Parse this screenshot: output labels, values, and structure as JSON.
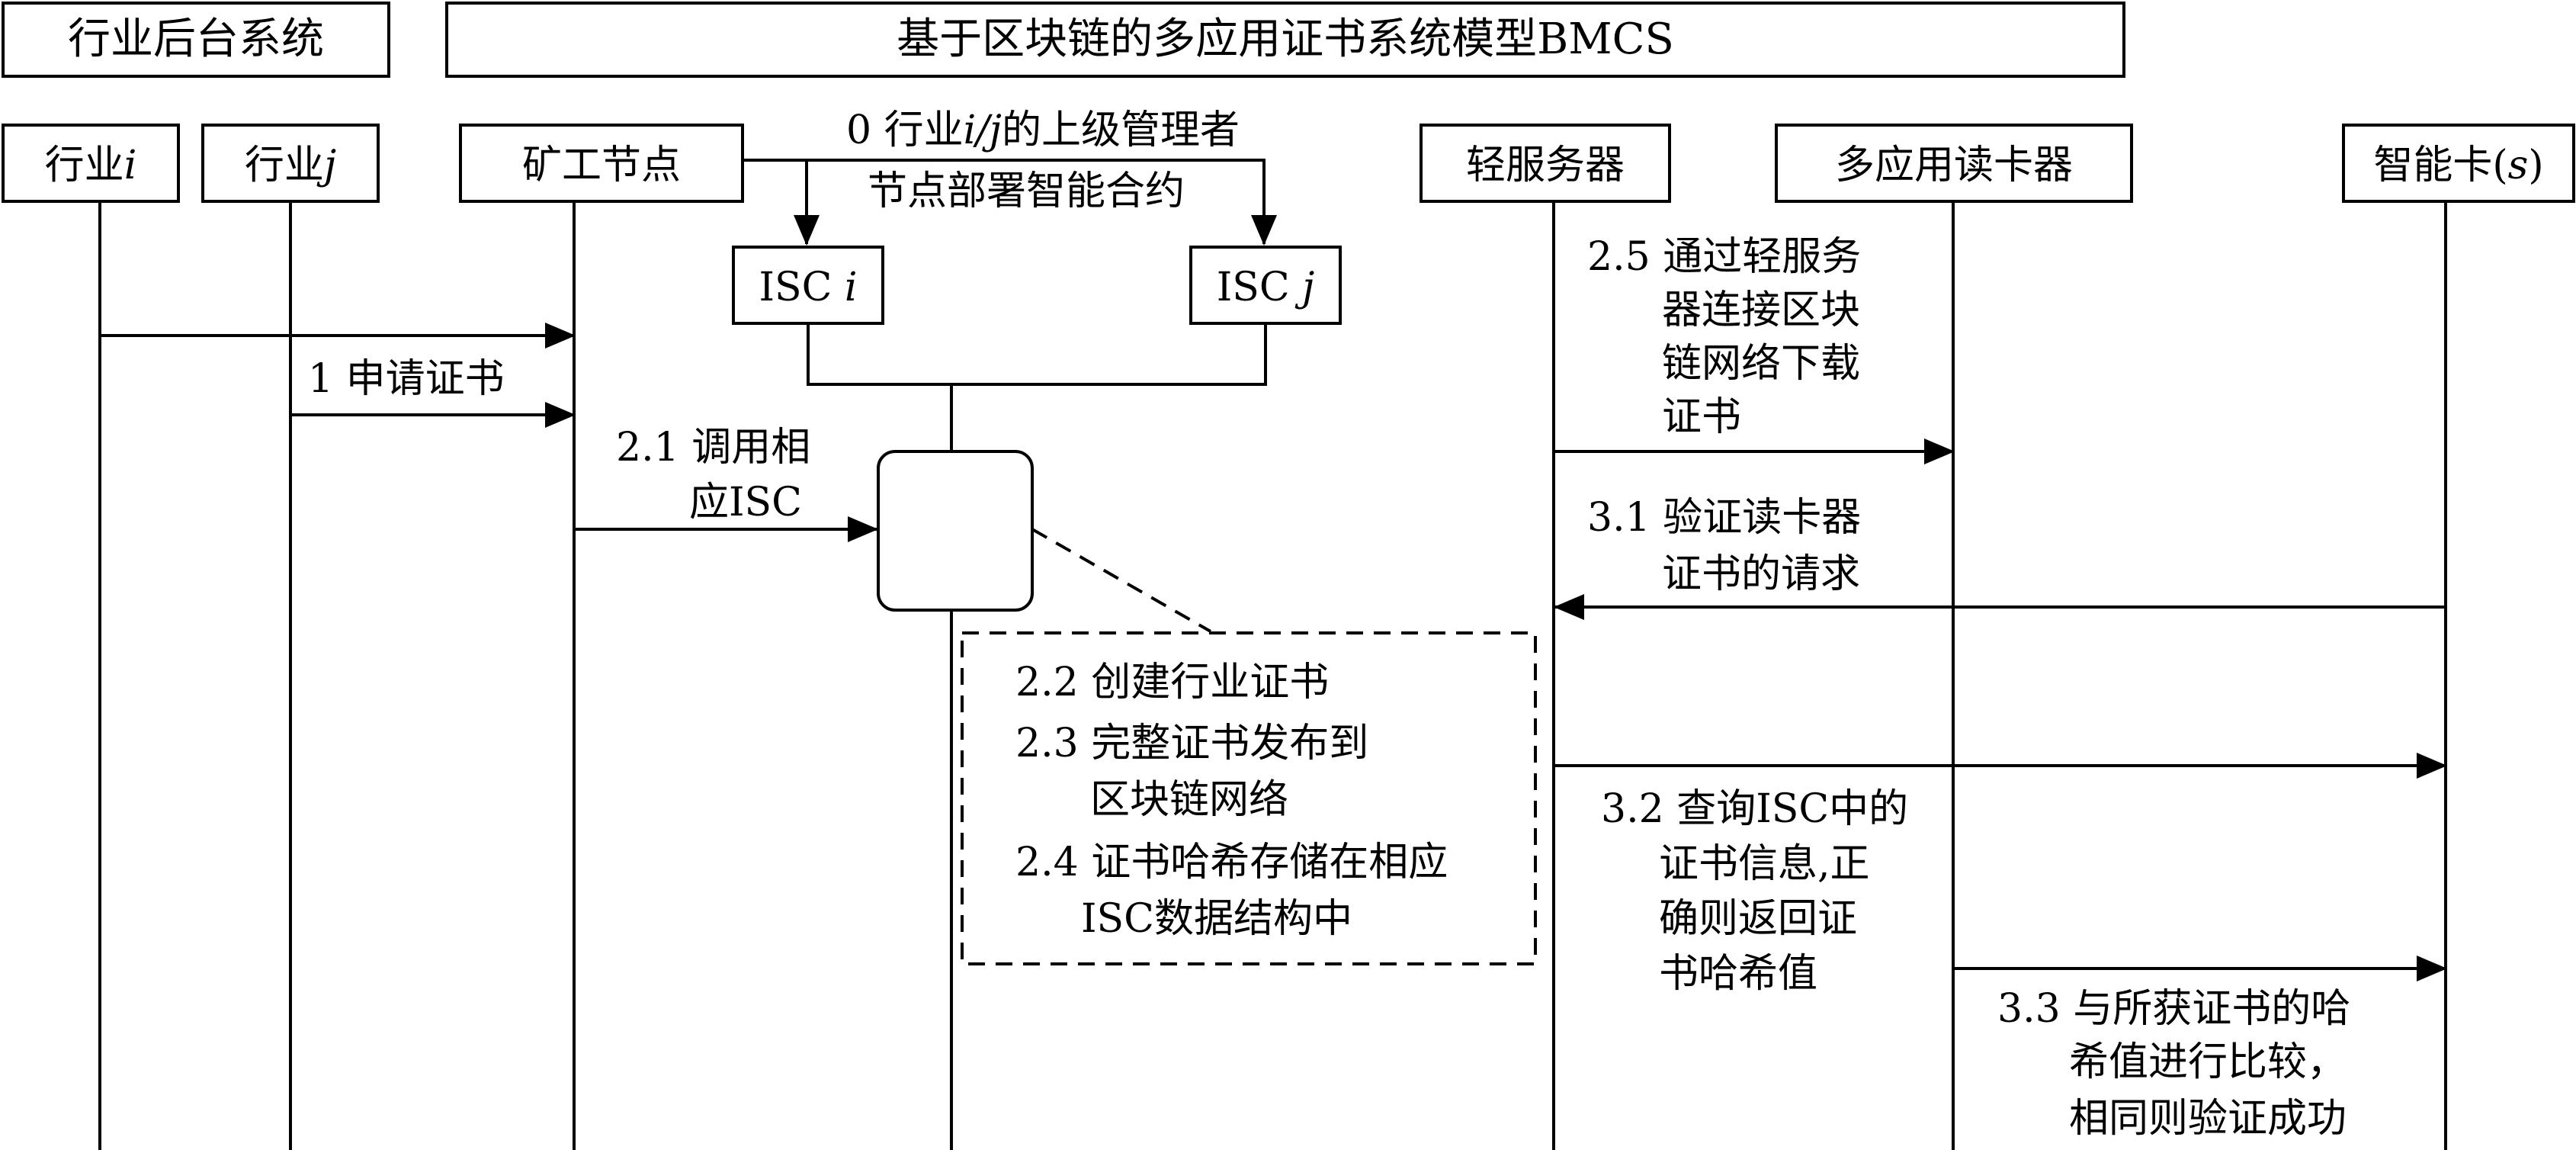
{
  "headers": {
    "backend_system": "行业后台系统",
    "bmcs_model": "基于区块链的多应用证书系统模型BMCS"
  },
  "lifelines": {
    "industry_i": {
      "label": "行业",
      "var": "i"
    },
    "industry_j": {
      "label": "行业",
      "var": "j"
    },
    "miner_node": {
      "label": "矿工节点"
    },
    "light_server": {
      "label": "轻服务器"
    },
    "multi_reader": {
      "label": "多应用读卡器"
    },
    "smart_card": {
      "label": "智能卡(",
      "var": "s",
      "suffix": ")"
    }
  },
  "contracts": {
    "isc_i": {
      "label": "ISC ",
      "var": "i"
    },
    "isc_j": {
      "label": "ISC ",
      "var": "j"
    }
  },
  "steps": {
    "step0": {
      "prefix": "0 行业",
      "var": "i/j",
      "suffix": "的上级管理者",
      "line2": "节点部署智能合约"
    },
    "step1": "1 申请证书",
    "step2_1": [
      "2.1 调用相",
      "应ISC"
    ],
    "step2_2": "2.2 创建行业证书",
    "step2_3": [
      "2.3 完整证书发布到",
      "区块链网络"
    ],
    "step2_4": [
      "2.4 证书哈希存储在相应",
      "ISC数据结构中"
    ],
    "step2_5": [
      "2.5 通过轻服务",
      "器连接区块",
      "链网络下载",
      "证书"
    ],
    "step3_1": [
      "3.1 验证读卡器",
      "证书的请求"
    ],
    "step3_2": [
      "3.2 查询ISC中的",
      "证书信息,正",
      "确则返回证",
      "书哈希值"
    ],
    "step3_3": [
      "3.3 与所获证书的哈",
      "希值进行比较，",
      "相同则验证成功"
    ]
  }
}
